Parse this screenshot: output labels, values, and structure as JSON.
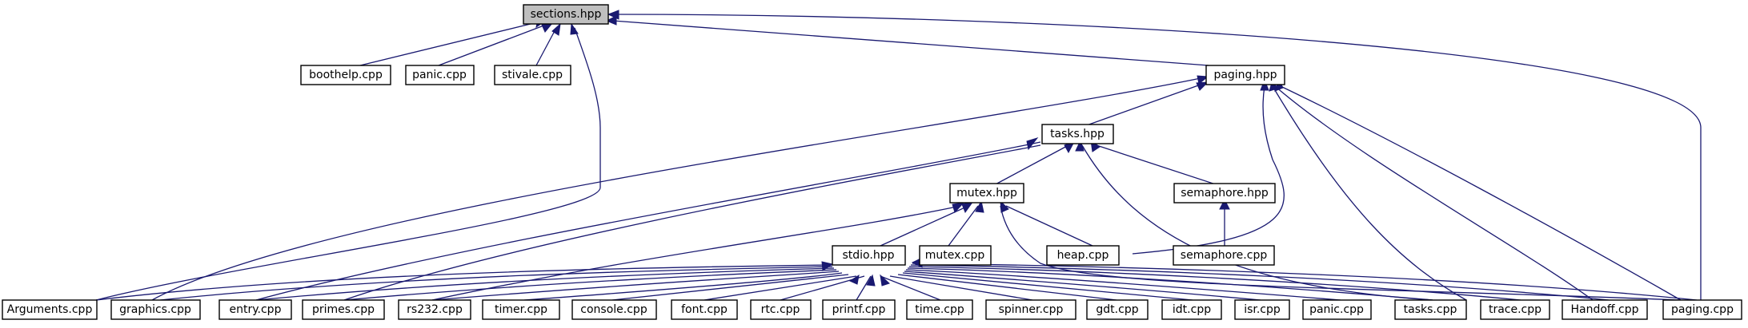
{
  "graph": {
    "title": "",
    "colors": {
      "edge": "#191970",
      "root_fill": "#bfbfbf",
      "node_fill": "#ffffff",
      "node_border": "#000000"
    },
    "nodes": {
      "sections_hpp": "sections.hpp",
      "boothelp_cpp": "boothelp.cpp",
      "panic_cpp_top": "panic.cpp",
      "stivale_cpp": "stivale.cpp",
      "paging_hpp": "paging.hpp",
      "tasks_hpp": "tasks.hpp",
      "mutex_hpp": "mutex.hpp",
      "semaphore_hpp": "semaphore.hpp",
      "stdio_hpp": "stdio.hpp",
      "mutex_cpp": "mutex.cpp",
      "heap_cpp": "heap.cpp",
      "semaphore_cpp": "semaphore.cpp",
      "arguments_cpp": "Arguments.cpp",
      "graphics_cpp": "graphics.cpp",
      "entry_cpp": "entry.cpp",
      "primes_cpp": "primes.cpp",
      "rs232_cpp": "rs232.cpp",
      "timer_cpp": "timer.cpp",
      "console_cpp": "console.cpp",
      "font_cpp": "font.cpp",
      "rtc_cpp": "rtc.cpp",
      "printf_cpp": "printf.cpp",
      "time_cpp": "time.cpp",
      "spinner_cpp": "spinner.cpp",
      "gdt_cpp": "gdt.cpp",
      "idt_cpp": "idt.cpp",
      "isr_cpp": "isr.cpp",
      "panic_cpp": "panic.cpp",
      "tasks_cpp": "tasks.cpp",
      "trace_cpp": "trace.cpp",
      "handoff_cpp": "Handoff.cpp",
      "paging_cpp": "paging.cpp"
    }
  }
}
